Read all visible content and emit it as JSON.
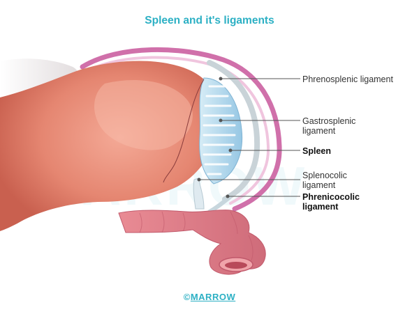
{
  "title": "Spleen and it's ligaments",
  "labels": {
    "phrenosplenic": "Phrenosplenic ligament",
    "gastrosplenic": "Gastrosplenic ligament",
    "spleen": "Spleen",
    "splenocolic": "Splenocolic ligament",
    "phrenicocolic": "Phrenicocolic ligament"
  },
  "watermark": "MARROW",
  "brand": {
    "symbol": "©",
    "name": "MARROW"
  },
  "colors": {
    "title": "#2cb0c4",
    "stomach": "#e88c78",
    "spleen": "#a9d2ea",
    "colon": "#e88a96",
    "peritoneum": "#d070aa"
  }
}
